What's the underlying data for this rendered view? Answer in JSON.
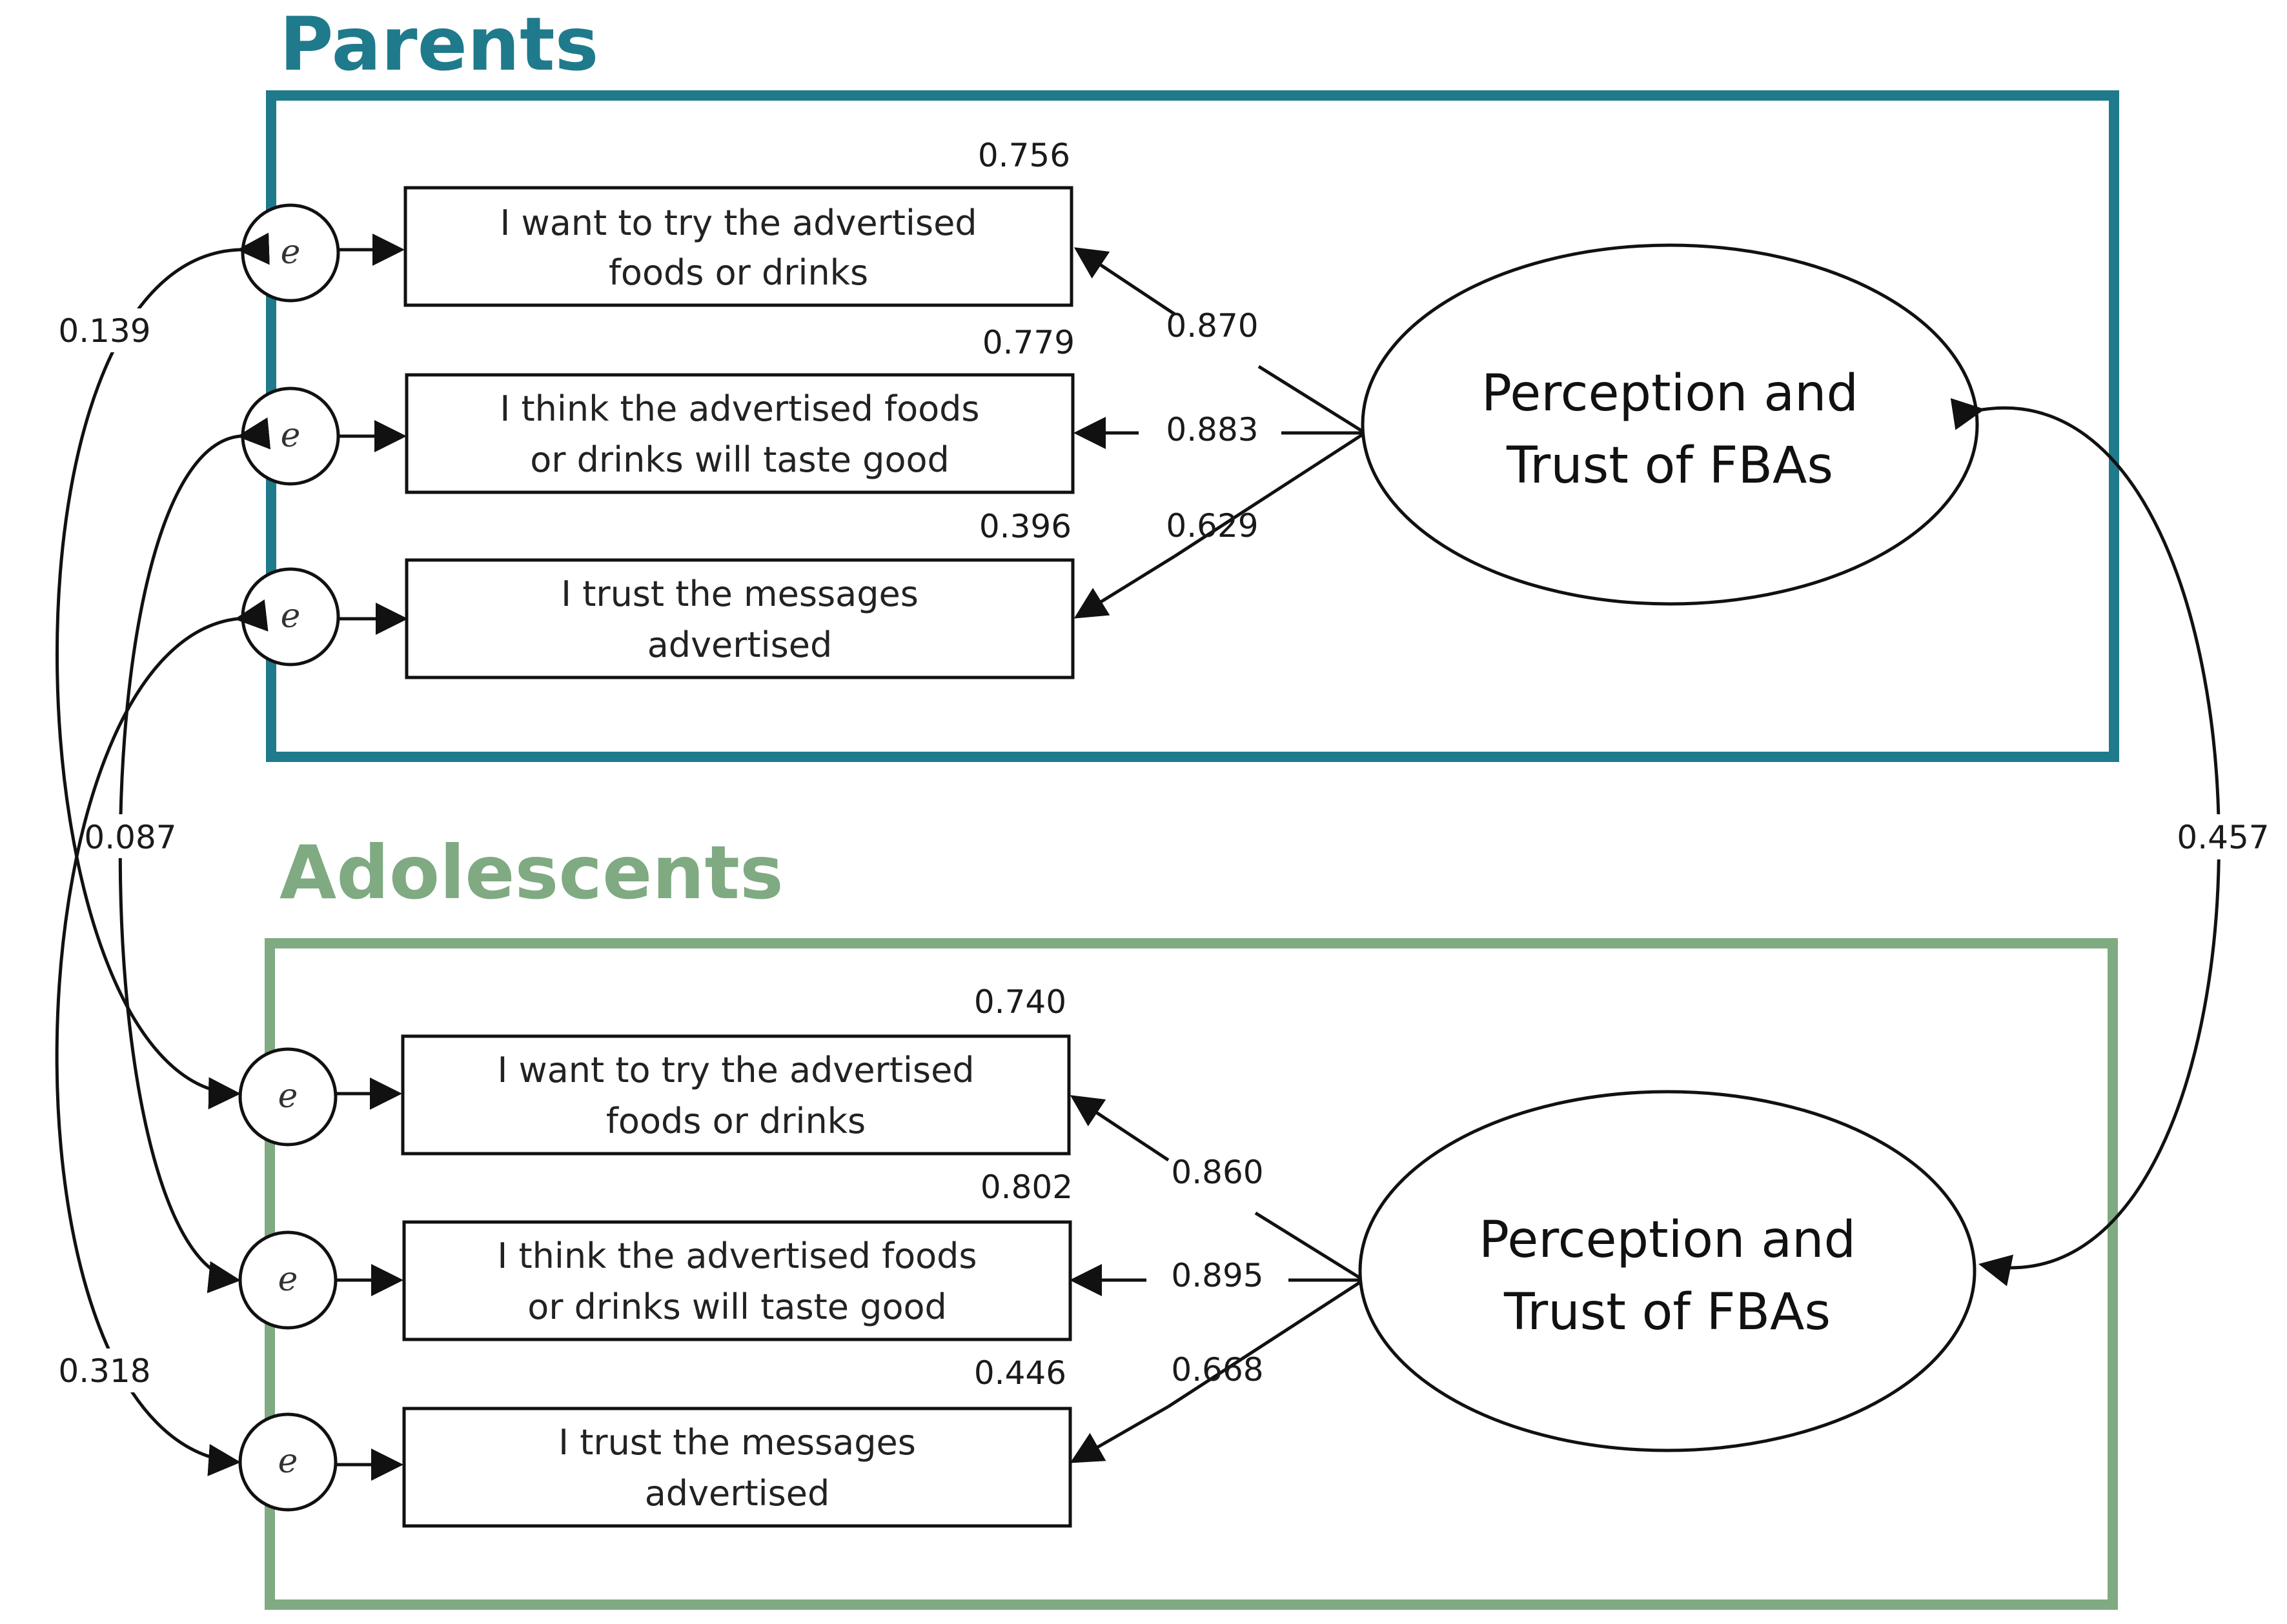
{
  "colors": {
    "parents": "#1f7a8c",
    "adolescents": "#7faa82",
    "ink": "#111111"
  },
  "groups": {
    "parents": {
      "title": "Parents",
      "latent": {
        "line1": "Perception and",
        "line2": "Trust of FBAs"
      },
      "items": [
        {
          "line1": "I want to try the advertised",
          "line2": "foods or drinks",
          "r2": "0.756",
          "loading": "0.870",
          "error": "e"
        },
        {
          "line1": "I think the advertised foods",
          "line2": "or drinks will taste good",
          "r2": "0.779",
          "loading": "0.883",
          "error": "e"
        },
        {
          "line1": "I trust the messages",
          "line2": "advertised",
          "r2": "0.396",
          "loading": "0.629",
          "error": "e"
        }
      ]
    },
    "adolescents": {
      "title": "Adolescents",
      "latent": {
        "line1": "Perception and",
        "line2": "Trust of FBAs"
      },
      "items": [
        {
          "line1": "I want to try the advertised",
          "line2": "foods or drinks",
          "r2": "0.740",
          "loading": "0.860",
          "error": "e"
        },
        {
          "line1": "I think the advertised foods",
          "line2": "or drinks will taste good",
          "r2": "0.802",
          "loading": "0.895",
          "error": "e"
        },
        {
          "line1": "I trust the messages",
          "line2": "advertised",
          "r2": "0.446",
          "loading": "0.668",
          "error": "e"
        }
      ]
    }
  },
  "covariances": {
    "latent": "0.457",
    "errors": [
      "0.139",
      "0.087",
      "0.318"
    ]
  }
}
